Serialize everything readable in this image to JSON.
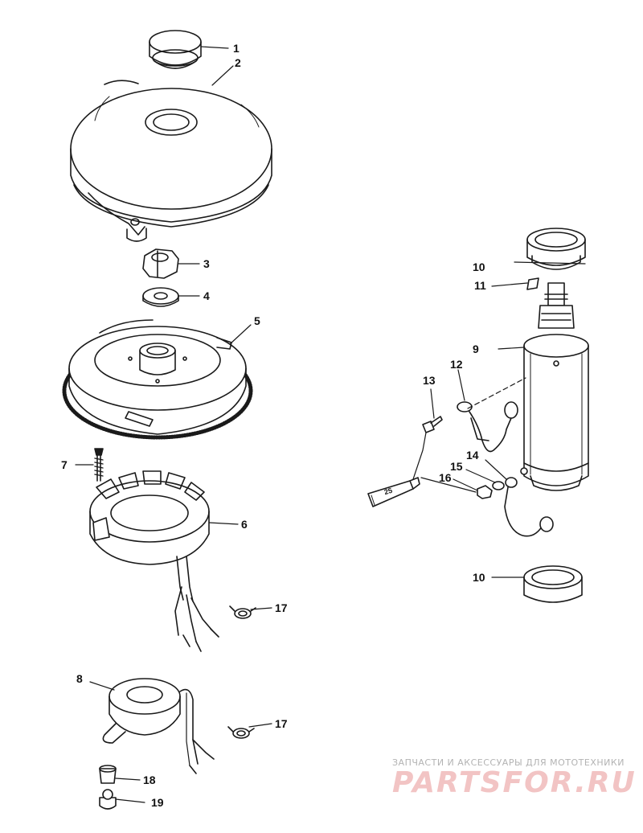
{
  "watermark": {
    "caption": "ЗАПЧАСТИ И АКСЕССУАРЫ ДЛЯ МОТОТЕХНИКИ",
    "logo": "PARTSFOR.RU"
  },
  "tube_label": "25",
  "callouts": {
    "c1": "1",
    "c2": "2",
    "c3": "3",
    "c4": "4",
    "c5": "5",
    "c6": "6",
    "c7": "7",
    "c8": "8",
    "c9": "9",
    "c10a": "10",
    "c10b": "10",
    "c11": "11",
    "c12": "12",
    "c13": "13",
    "c14": "14",
    "c15": "15",
    "c16": "16",
    "c17a": "17",
    "c17b": "17",
    "c18": "18",
    "c19": "19"
  }
}
